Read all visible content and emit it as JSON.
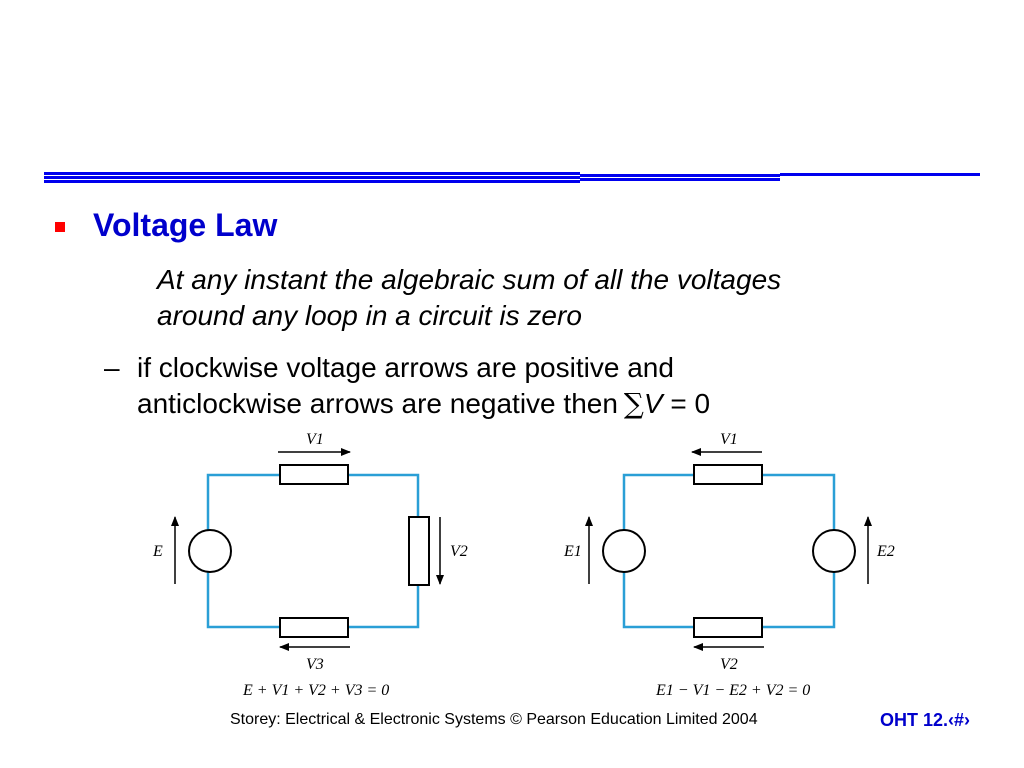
{
  "slide": {
    "heading": "Voltage Law",
    "law_line1": "At any instant the algebraic sum of all the voltages",
    "law_line2": "around any loop in a circuit is zero",
    "dash": "–",
    "sub_line1": "if clockwise voltage arrows are positive and",
    "sub_line2": "anticlockwise arrows are negative then",
    "sum_symbol": "∑",
    "sum_var": "V",
    "sum_rest": " = 0"
  },
  "circuit1": {
    "label_top": "V1",
    "label_right": "V2",
    "label_bottom": "V3",
    "label_source": "E",
    "equation": "E + V1 + V2 + V3 = 0"
  },
  "circuit2": {
    "label_top": "V1",
    "label_bottom": "V2",
    "label_source_left": "E1",
    "label_source_right": "E2",
    "equation": "E1 − V1 − E2 + V2 = 0"
  },
  "footer": {
    "credit": "Storey: Electrical & Electronic Systems © Pearson Education Limited 2004",
    "slide_number": "OHT 12.‹#›"
  },
  "colors": {
    "heading": "#0000cc",
    "bullet": "#ff0000",
    "rule": "#0000ee",
    "wire": "#2a9fd6"
  }
}
